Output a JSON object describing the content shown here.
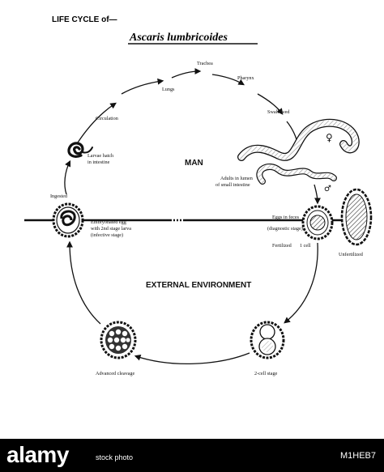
{
  "header": {
    "life_cycle": "LIFE CYCLE of—",
    "species": "Ascaris lumbricoides"
  },
  "zones": {
    "man": "MAN",
    "external": "EXTERNAL ENVIRONMENT"
  },
  "labels": {
    "lungs": "Lungs",
    "trachea": "Trachea",
    "pharynx": "Pharynx",
    "circulation": "Circulation",
    "swallowed": "Swallowed",
    "larvae_line1": "Larvae hatch",
    "larvae_line2": "in intestine",
    "adults_line1": "Adults in lumen",
    "adults_line2": "of small intestine",
    "ingested": "Ingested",
    "embryo_line1": "Embryonated egg",
    "embryo_line2": "with 2nd stage larva",
    "embryo_line3": "(infective stage)",
    "eggs_line1": "Eggs in feces",
    "eggs_line2": "(diagnostic stage)",
    "fertilized": "Fertilized",
    "one_cell": "1 cell",
    "unfertilized": "Unfertilized",
    "advanced": "Advanced cleavage",
    "two_cell": "2-cell stage",
    "female_symbol": "♀",
    "male_symbol": "♂"
  },
  "footer": {
    "brand": "alamy",
    "small": "stock photo",
    "image_id": "M1HEB7"
  }
}
